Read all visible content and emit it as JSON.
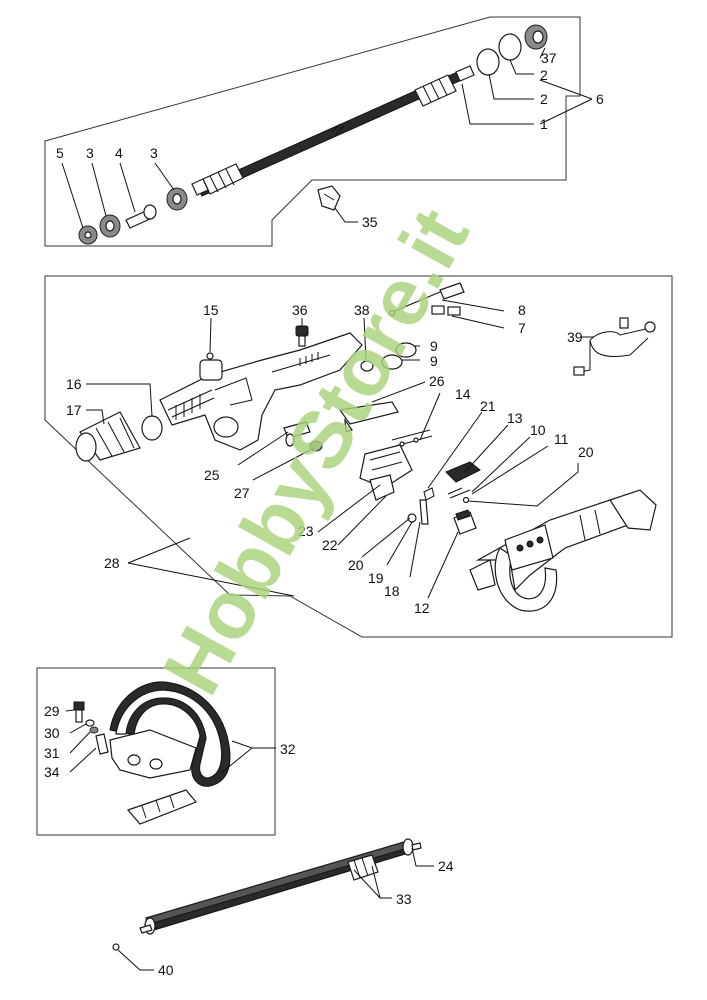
{
  "watermark": "HobbyStore.it",
  "labels": {
    "l1": "1",
    "l2a": "2",
    "l2b": "2",
    "l3a": "3",
    "l3b": "3",
    "l4": "4",
    "l5": "5",
    "l6": "6",
    "l37": "37",
    "l35": "35",
    "l15": "15",
    "l36": "36",
    "l38": "38",
    "l8": "8",
    "l7": "7",
    "l9a": "9",
    "l9b": "9",
    "l39": "39",
    "l16": "16",
    "l17": "17",
    "l26": "26",
    "l14": "14",
    "l21": "21",
    "l13": "13",
    "l10": "10",
    "l11": "11",
    "l20a": "20",
    "l20b": "20",
    "l25": "25",
    "l27": "27",
    "l23": "23",
    "l22": "22",
    "l19": "19",
    "l18": "18",
    "l12": "12",
    "l28": "28",
    "l29": "29",
    "l30": "30",
    "l31": "31",
    "l34": "34",
    "l32": "32",
    "l24": "24",
    "l33": "33",
    "l40": "40"
  }
}
